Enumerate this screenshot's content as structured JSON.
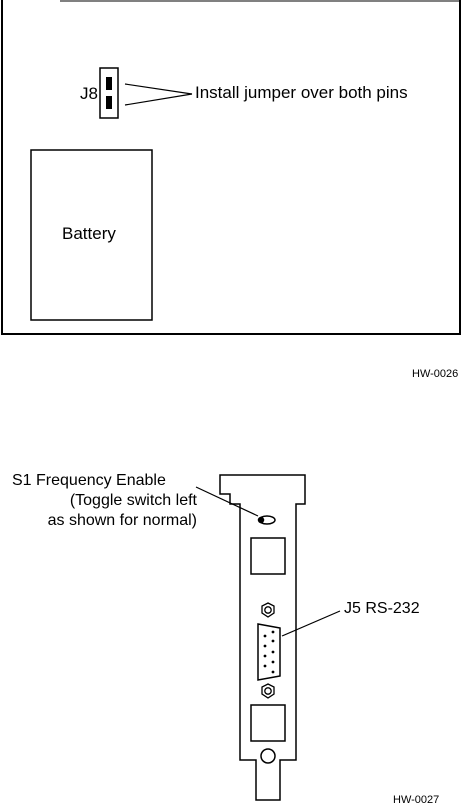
{
  "figure_top": {
    "jumper_ref": "J8",
    "jumper_instruction": "Install jumper over both pins",
    "battery_label": "Battery",
    "figure_id": "HW-0026"
  },
  "figure_bottom": {
    "switch_label": "S1 Frequency Enable",
    "switch_note_line1": "(Toggle switch left",
    "switch_note_line2": "as shown for normal)",
    "connector_label": "J5 RS-232",
    "figure_id": "HW-0027"
  }
}
